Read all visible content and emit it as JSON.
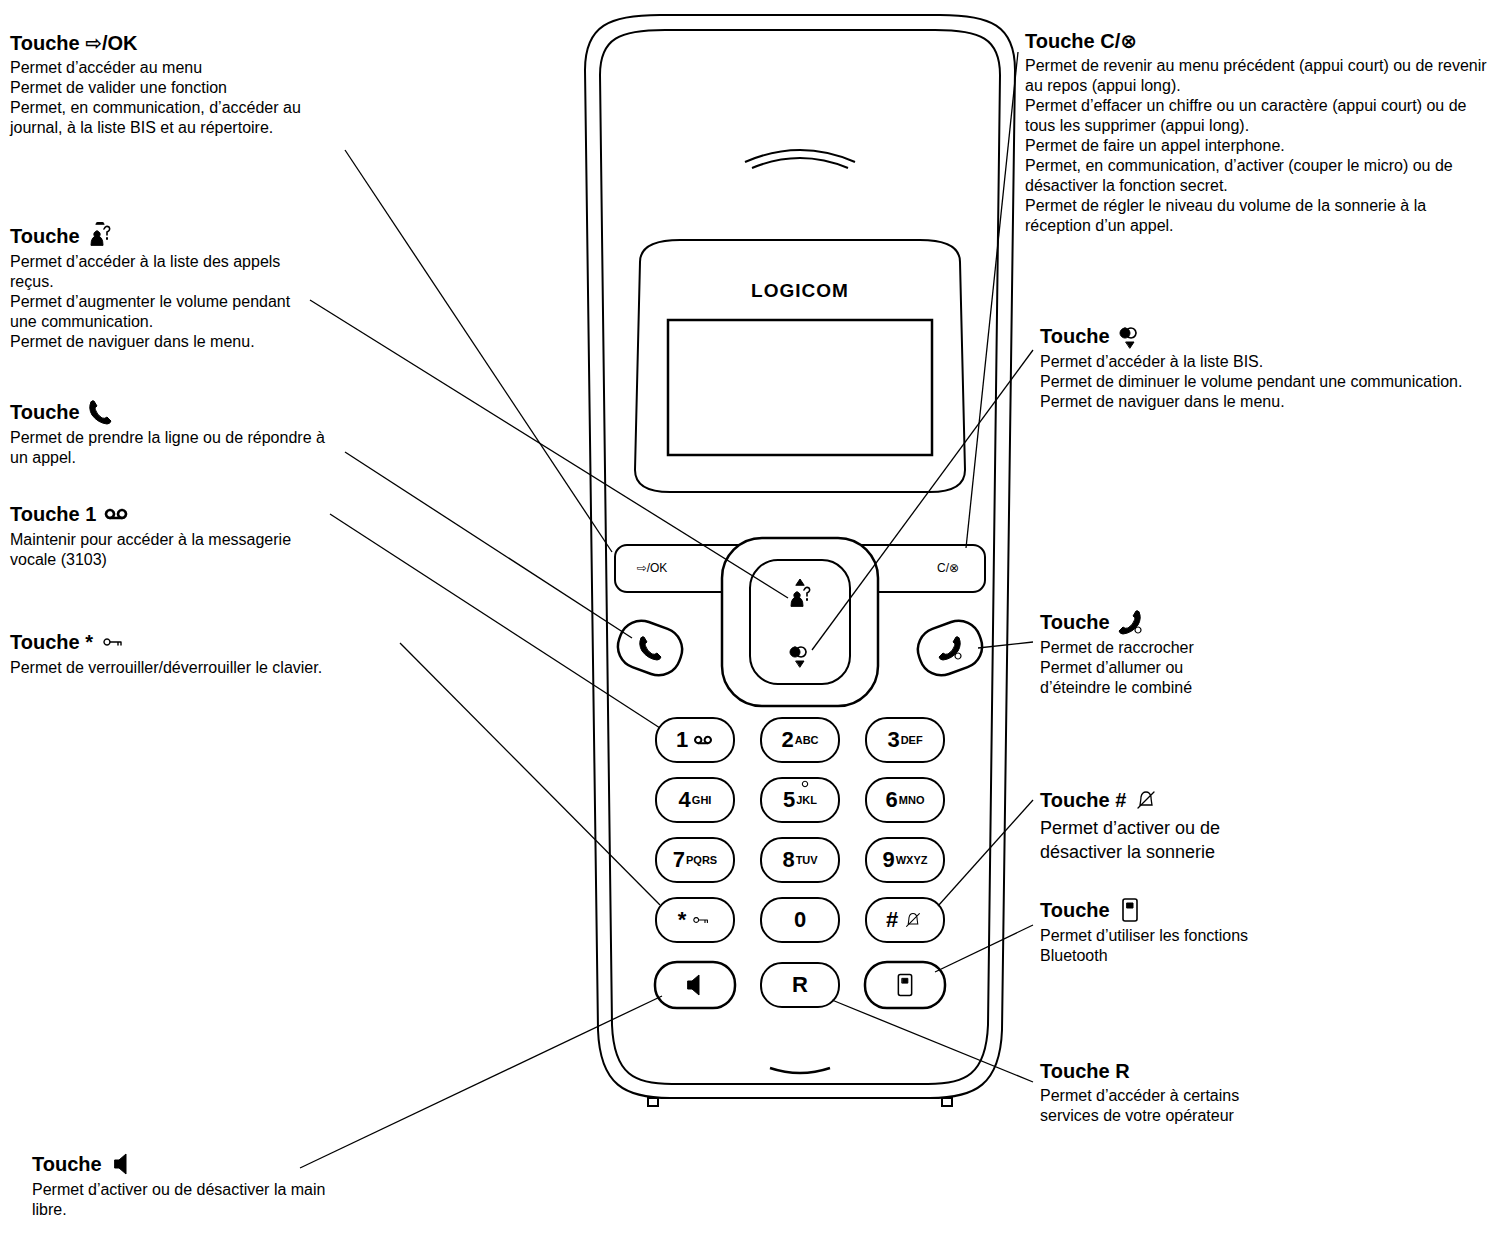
{
  "diagram": {
    "nodes": [
      {
        "text": [
          "⇨/OK"
        ]
      },
      {
        "text": [
          "C/⊗"
        ]
      },
      {
        "text": [
          "1"
        ]
      },
      {
        "text": [
          "2",
          "ABC"
        ]
      },
      {
        "text": [
          "3",
          "DEF"
        ]
      },
      {
        "text": [
          "4",
          "GHI"
        ]
      },
      {
        "text": [
          "5",
          "JKL"
        ]
      },
      {
        "text": [
          "6",
          "MNO"
        ]
      },
      {
        "text": [
          "7",
          "PQRS"
        ]
      },
      {
        "text": [
          "8",
          "TUV"
        ]
      },
      {
        "text": [
          "9",
          "WXYZ"
        ]
      },
      {
        "text": [
          "*"
        ]
      },
      {
        "text": [
          "0"
        ]
      },
      {
        "text": [
          "#"
        ]
      },
      {
        "text": [
          "R"
        ]
      }
    ],
    "labels": [
      "LOGICOM",
      "Touche ⇨/OK",
      "Permet d’accéder au menu",
      "Permet de valider une fonction",
      "Permet, en communication, d’accéder au journal, à la liste BIS et au répertoire.",
      "Touche",
      "Permet d’accéder à la liste des appels reçus.",
      "Permet d’augmenter le volume pendant une communication.",
      "Permet de naviguer dans le menu.",
      "Touche",
      "Permet de prendre la ligne ou de répondre à un appel.",
      "Touche 1",
      "Maintenir pour accéder à la messagerie vocale (3103)",
      "Touche *",
      "Permet de verrouiller/déverrouiller le clavier.",
      "Touche",
      "Permet d’activer ou de désactiver la main libre.",
      "Touche C/⊗",
      "Permet de revenir au menu précédent (appui court) ou de revenir au repos (appui long).",
      "Permet d’effacer un chiffre ou un caractère (appui court) ou de tous les supprimer (appui long).",
      "Permet de faire un appel interphone.",
      "Permet, en communication, d’activer (couper le micro) ou de désactiver la fonction secret.",
      "Permet de régler le niveau du volume de la sonnerie à la réception d’un appel.",
      "Touche",
      "Permet d’accéder à la liste BIS.",
      "Permet de diminuer le volume pendant une communication.",
      "Permet de naviguer dans le menu.",
      "Touche",
      "Permet de raccrocher",
      "Permet d’allumer ou d’éteindre le combiné",
      "Touche #",
      "Permet d’activer ou de désactiver la sonnerie",
      "Touche",
      "Permet d’utiliser les fonctions Bluetooth",
      "Touche R",
      "Permet d’accéder à certains services de votre opérateur"
    ]
  }
}
